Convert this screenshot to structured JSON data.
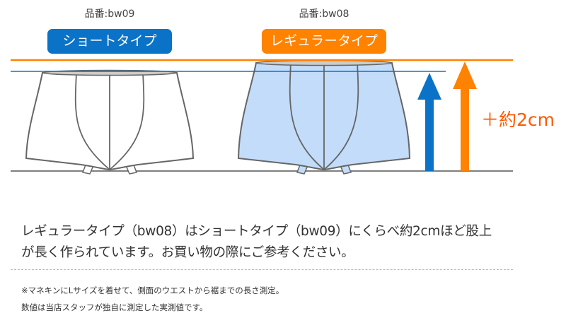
{
  "short": {
    "code": "品番:bw09",
    "label": "ショートタイプ",
    "color": "#0a73c7"
  },
  "regular": {
    "code": "品番:bw08",
    "label": "レギュラータイプ",
    "color": "#ff8200",
    "fill": "#c2dcf9"
  },
  "difference": "＋約2cm",
  "description": [
    "レギュラータイプ（bw08）はショートタイプ（bw09）にくらべ約2cmほど股上",
    "が長く作られています。お買い物の際にご参考ください。"
  ],
  "notes": [
    "※マネキンにLサイズを着せて、側面のウエストから裾までの長さ測定。",
    "数値は当店スタッフが独自に測定した実測値です。"
  ]
}
